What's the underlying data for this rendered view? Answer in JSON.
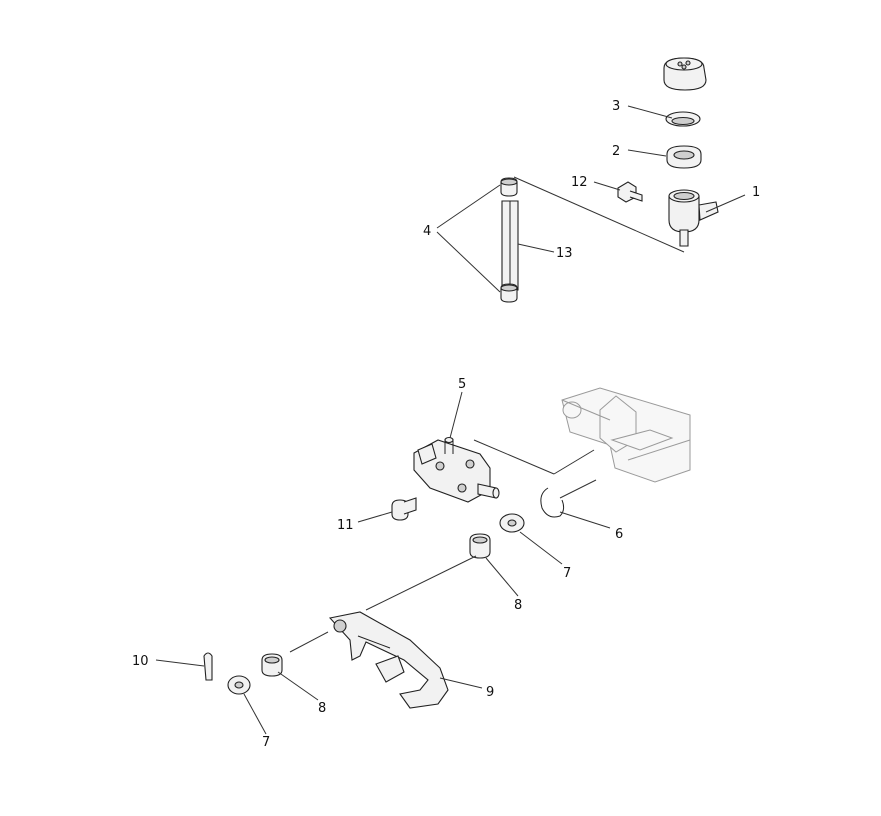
{
  "callouts": [
    {
      "id": "c1",
      "text": "1"
    },
    {
      "id": "c2",
      "text": "2"
    },
    {
      "id": "c3",
      "text": "3"
    },
    {
      "id": "c4",
      "text": "4"
    },
    {
      "id": "c5",
      "text": "5"
    },
    {
      "id": "c6",
      "text": "6"
    },
    {
      "id": "c7a",
      "text": "7"
    },
    {
      "id": "c7b",
      "text": "7"
    },
    {
      "id": "c8a",
      "text": "8"
    },
    {
      "id": "c8b",
      "text": "8"
    },
    {
      "id": "c9",
      "text": "9"
    },
    {
      "id": "c10",
      "text": "10"
    },
    {
      "id": "c11",
      "text": "11"
    },
    {
      "id": "c12",
      "text": "12"
    },
    {
      "id": "c13",
      "text": "13"
    }
  ]
}
